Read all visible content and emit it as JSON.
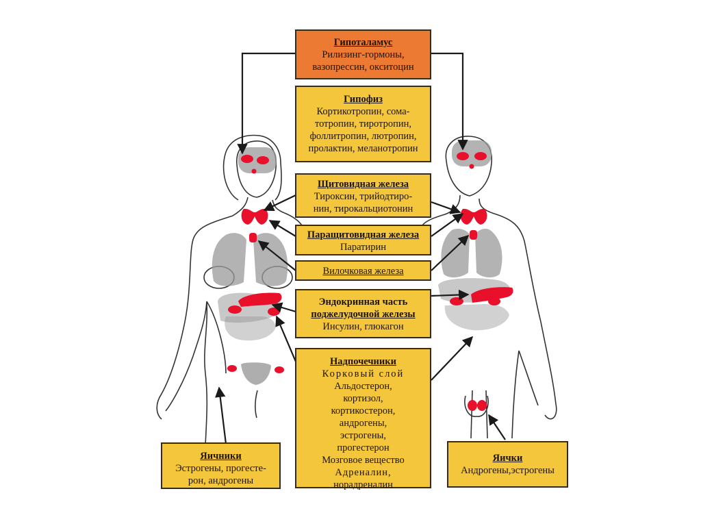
{
  "colors": {
    "hypothalamus_box": "#ec7a32",
    "box": "#f4c63c",
    "gland": "#e8102a",
    "organ": "#9a9a9a",
    "outline": "#333333"
  },
  "boxes": {
    "hypothalamus": {
      "title": "Гипоталамус",
      "lines": [
        "Рилизинг-гормоны,",
        "вазопрессин, окситоцин"
      ]
    },
    "pituitary": {
      "title": "Гипофиз",
      "lines": [
        "Кортикотропин, сома-",
        "тотропин, тиротропин,",
        "фоллитропин, лютропин,",
        "пролактин, меланотропин"
      ]
    },
    "thyroid": {
      "title": "Щитовидная железа",
      "lines": [
        "Тироксин, трийодтиро-",
        "нин, тирокальциотонин"
      ]
    },
    "parathyroid": {
      "title": "Паращитовидная железа",
      "lines": [
        "Паратирин"
      ]
    },
    "thymus": {
      "title": "Вилочковая железа"
    },
    "pancreas": {
      "title_lines": [
        "Эндокринная часть",
        "поджелудочной железы"
      ],
      "lines": [
        "Инсулин, глюкагон"
      ]
    },
    "adrenal": {
      "title": "Надпочечники",
      "lines": [
        "Корковый слой",
        "Альдостерон,",
        "кортизол,",
        "кортикостерон,",
        "андрогены,",
        "эстрогены,",
        "прогестерон",
        "Мозговое вещество",
        "Адреналин,",
        "норадреналин"
      ]
    },
    "ovaries": {
      "title": "Яичники",
      "lines": [
        "Эстрогены, прогесте-",
        "рон, андрогены"
      ]
    },
    "testes": {
      "title": "Яички",
      "lines": [
        "Андрогены,эстрогены"
      ]
    }
  }
}
